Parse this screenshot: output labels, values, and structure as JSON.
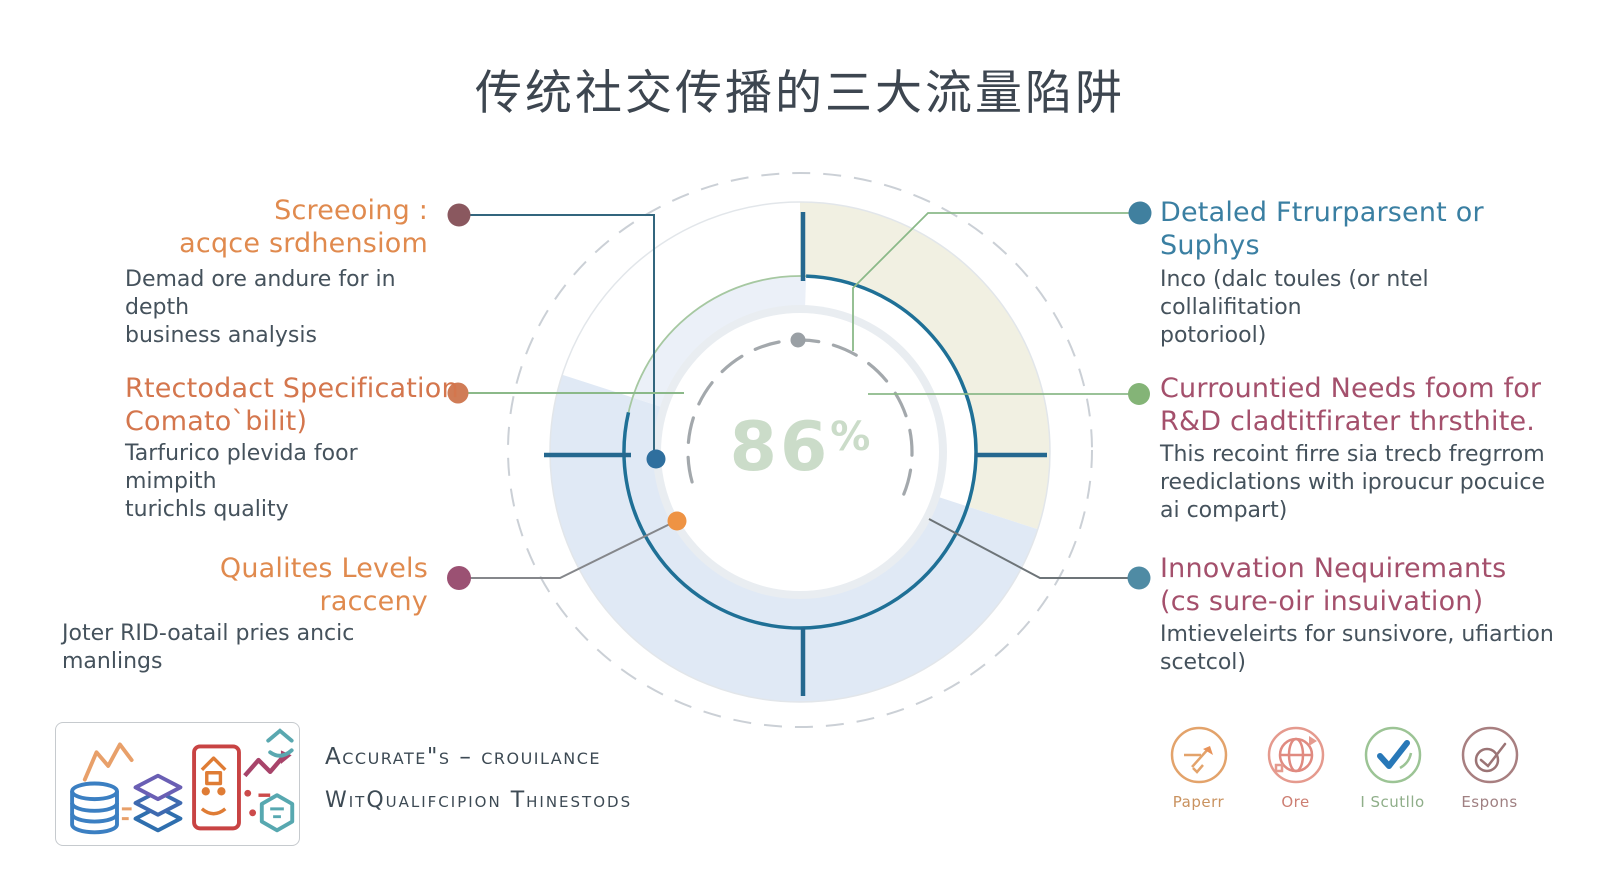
{
  "title": "传统社交传播的三大流量陷阱",
  "gauge": {
    "value": "86",
    "unit": "%"
  },
  "left_items": [
    {
      "heading_lines": [
        "Screeoing :",
        "acqce srdhensiom"
      ],
      "body_lines": [
        "Demad ore andure for in depth",
        "business analysis"
      ],
      "heading_color": "#e08a4e",
      "dot_color": "#8a585f"
    },
    {
      "heading_lines": [
        "Rtectodact Specification",
        "Comato`bilit)"
      ],
      "body_lines": [
        "Tarfurico plevida foor mimpith",
        "turichls quality"
      ],
      "heading_color": "#d4764d",
      "dot_color": "#d07c56"
    },
    {
      "heading_lines": [
        "Qualites Levels",
        "racceny"
      ],
      "body_lines": [
        "Joter RID-oatail pries ancic manlings"
      ],
      "heading_color": "#e08a4e",
      "dot_color": "#9b5173"
    }
  ],
  "right_items": [
    {
      "heading_lines": [
        "Detaled Ftrurparsent or",
        "Suphys"
      ],
      "body_lines": [
        "Inco (dalc toules (or ntel collalifitation",
        "potoriool)"
      ],
      "heading_color": "#3a7fa2",
      "dot_color": "#40809f"
    },
    {
      "heading_lines": [
        "Currountied Needs foom for",
        "R&D cladtitfirater thrsthite."
      ],
      "body_lines": [
        "This recoint firre sia trecb fregrrom",
        "reediclations with iproucur pocuice",
        "ai compart)"
      ],
      "heading_color": "#a4506c",
      "dot_color": "#84b477"
    },
    {
      "heading_lines": [
        "Innovation Nequiremants",
        "(cs sure-oir insuivation)"
      ],
      "body_lines": [
        "Imtieveleirts for sunsivore, ufiartion",
        "scetcol)"
      ],
      "heading_color": "#a4506c",
      "dot_color": "#4f8ba4"
    }
  ],
  "center_dots": {
    "blue": "#2f6f9e",
    "orange": "#ee9344",
    "top_gray": "#9aa0a5"
  },
  "footer": {
    "caption_lines": [
      "Accurate\"s – crouilance",
      "WitQualifcipion Thinestods"
    ],
    "legend": [
      {
        "label": "Paperr",
        "color": "#e3a36b",
        "label_color": "#c9925f"
      },
      {
        "label": "Ore",
        "color": "#e59a8e",
        "label_color": "#cd7f73"
      },
      {
        "label": "I Scutllo",
        "color": "#9cc495",
        "check_color": "#2878b8",
        "label_color": "#8fae89"
      },
      {
        "label": "Espons",
        "color": "#a87f80",
        "label_color": "#a08082"
      }
    ]
  },
  "colors": {
    "title_text": "#3d4650",
    "body_text": "#45525c",
    "percent_text": "#cbdcc9",
    "teal_arc": "#1f7096",
    "green_arc": "#a6c8a1",
    "tick": "#25688f",
    "ring_beige": "#f1f0e2",
    "ring_blue": "#e0e9f5",
    "outer_dashed": "#cbd0d6",
    "inner_dashed": "#a3a8ac"
  }
}
